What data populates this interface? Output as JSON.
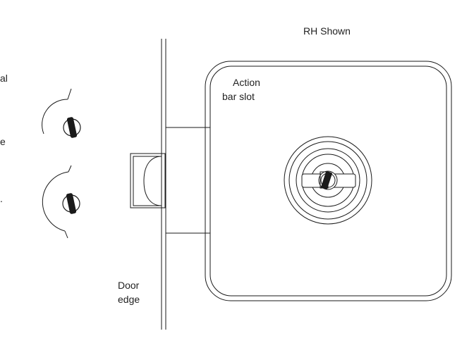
{
  "diagram": {
    "title": "RH Shown",
    "action_bar_slot_label": [
      "Action",
      "bar slot"
    ],
    "door_edge_label": [
      "Door",
      "edge"
    ],
    "edge_fragments": [
      "al",
      "e",
      "."
    ]
  },
  "colors": {
    "line": "#1a1a1a",
    "fill": "#1a1a1a",
    "background": "#ffffff"
  }
}
